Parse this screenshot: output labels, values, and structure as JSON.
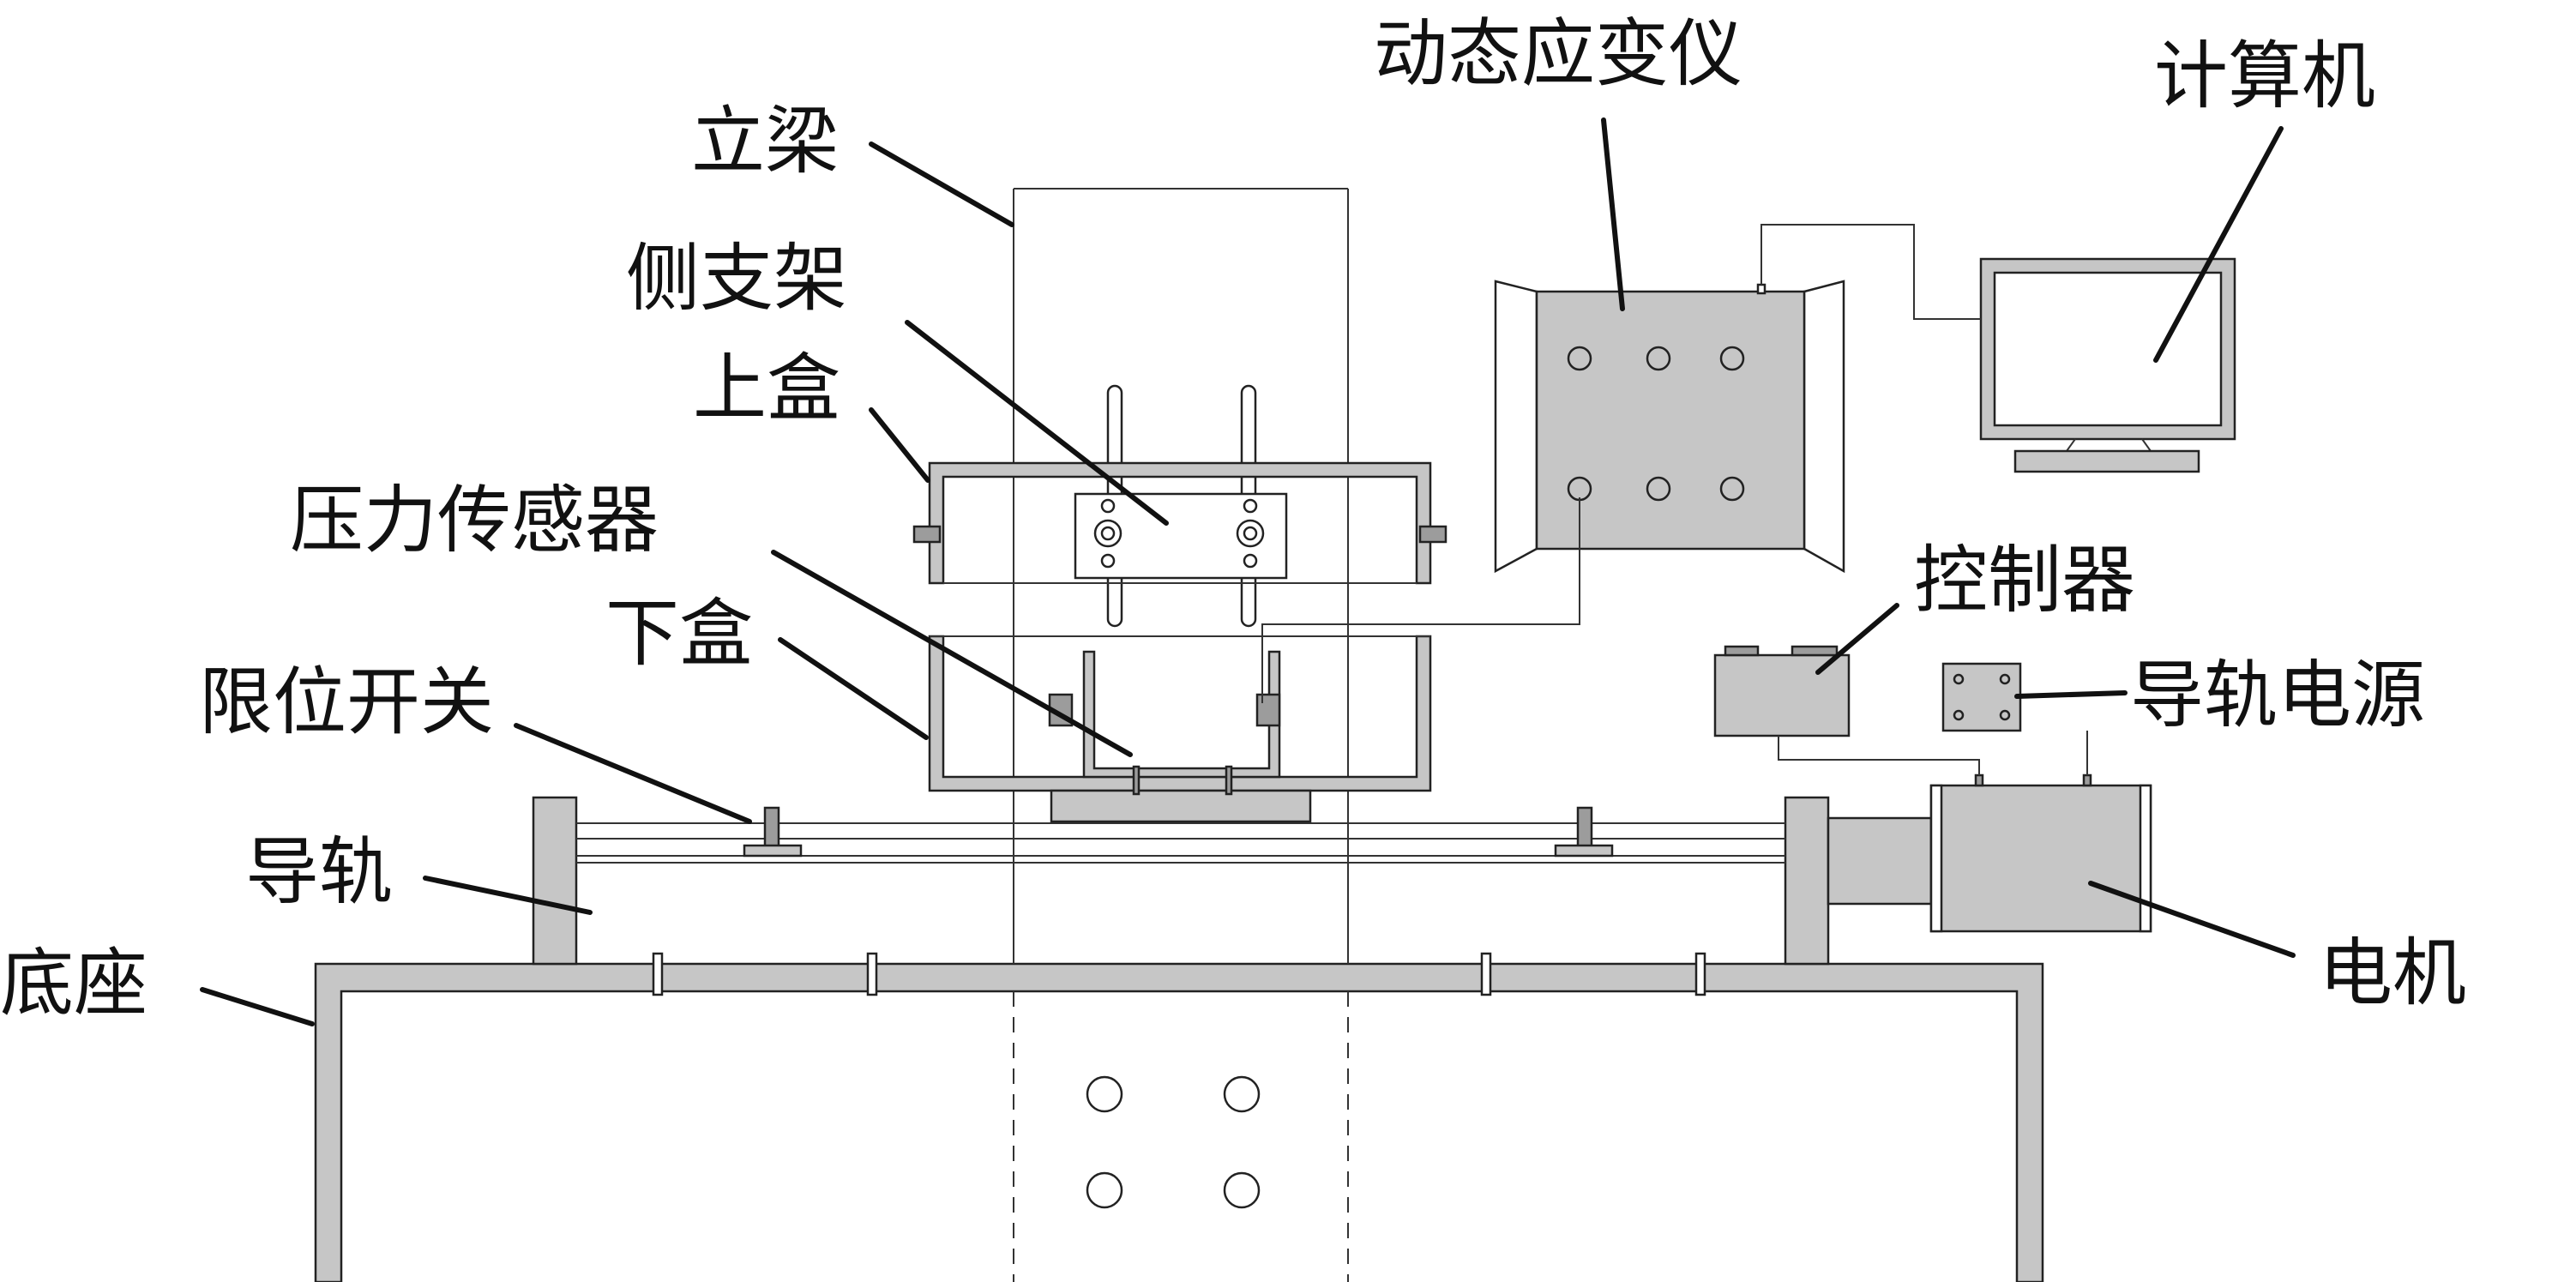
{
  "labels": {
    "column": "立梁",
    "side_bracket": "侧支架",
    "upper_box": "上盒",
    "pressure_sensor": "压力传感器",
    "lower_box": "下盒",
    "limit_switch": "限位开关",
    "guide_rail": "导轨",
    "base": "底座",
    "strain_meter": "动态应变仪",
    "computer": "计算机",
    "controller": "控制器",
    "rail_power": "导轨电源",
    "motor": "电机"
  },
  "colors": {
    "part_fill": "#c6c6c6",
    "dark_fill": "#9c9c9c",
    "line": "#222222"
  }
}
